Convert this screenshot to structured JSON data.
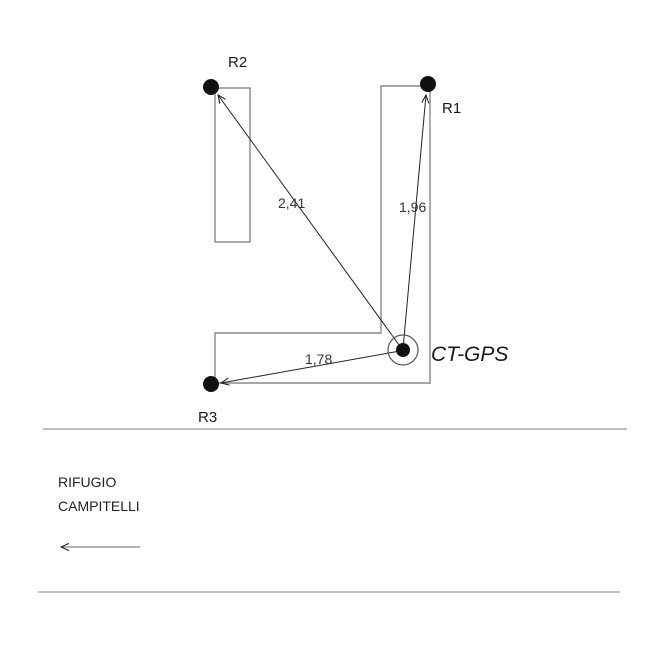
{
  "points": {
    "r1": {
      "label": "R1"
    },
    "r2": {
      "label": "R2"
    },
    "r3": {
      "label": "R3"
    },
    "gps": {
      "label": "CT-GPS"
    }
  },
  "distances": {
    "to_r1": "1,96",
    "to_r2": "2,41",
    "to_r3": "1,78"
  },
  "direction": {
    "line1": "RIFUGIO",
    "line2": "CAMPITELLI"
  },
  "colors": {
    "ink": "#1a1a1a",
    "outline": "#888888",
    "rule": "#999999"
  }
}
